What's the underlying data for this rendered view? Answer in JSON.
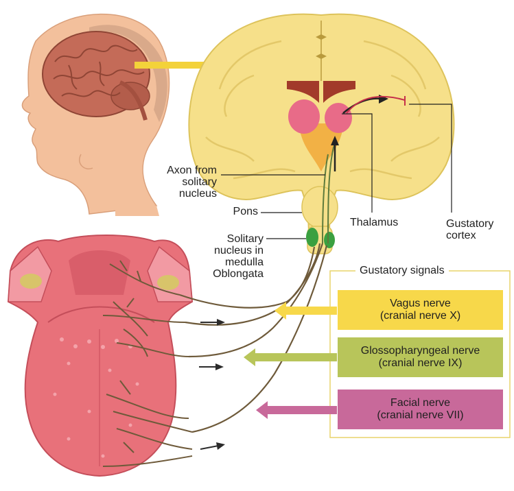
{
  "labels": {
    "axon": [
      "Axon from",
      "solitary",
      "nucleus"
    ],
    "pons": "Pons",
    "solitary": [
      "Solitary",
      "nucleus in",
      "medulla",
      "Oblongata"
    ],
    "thalamus": "Thalamus",
    "gustatory_cortex": [
      "Gustatory",
      "cortex"
    ]
  },
  "gustatory_signals": {
    "title": "Gustatory signals",
    "nerves": [
      {
        "name": "Vagus nerve",
        "detail": "(cranial nerve X)",
        "color": "#f7d84a"
      },
      {
        "name": "Glossopharyngeal nerve",
        "detail": "(cranial nerve IX)",
        "color": "#b8c55a"
      },
      {
        "name": "Facial nerve",
        "detail": "(cranial nerve VII)",
        "color": "#c8699a"
      }
    ]
  },
  "colors": {
    "skin": "#f3c09c",
    "brain": "#c06a55",
    "brain_slice": "#f6e08a",
    "tongue": "#e8717a",
    "nerve_fiber": "#6e5a3a",
    "arrow_yellow": "#f3d23a",
    "frame": "#e9d36a"
  }
}
